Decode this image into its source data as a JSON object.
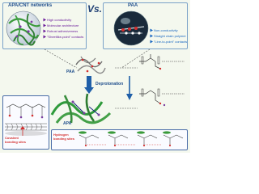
{
  "left_panel": {
    "title": "APA/CNT networks",
    "features": [
      "High conductivity",
      "Molecular architecture",
      "Robust adhesiveness",
      "\"Sheetlike-point\" contacts"
    ]
  },
  "vs_label": "Vs.",
  "right_panel": {
    "title": "PAA",
    "features": [
      "Non-conductivity",
      "Straight chain polymer",
      "\"Line-to-point\" contacts"
    ]
  },
  "center": {
    "paa_label": "PAA",
    "apa_label": "APA",
    "arrow_label": "Deprotonation"
  },
  "bottom_left": {
    "label": "Covalent bonding sites"
  },
  "bottom_right": {
    "label": "Hydrogen bonding sites"
  },
  "colors": {
    "cnt_green": "#3a9a3a",
    "adhesive_purple": "#7b3fa0",
    "red_group": "#d32f2f",
    "accent_blue": "#1f4e8c"
  }
}
